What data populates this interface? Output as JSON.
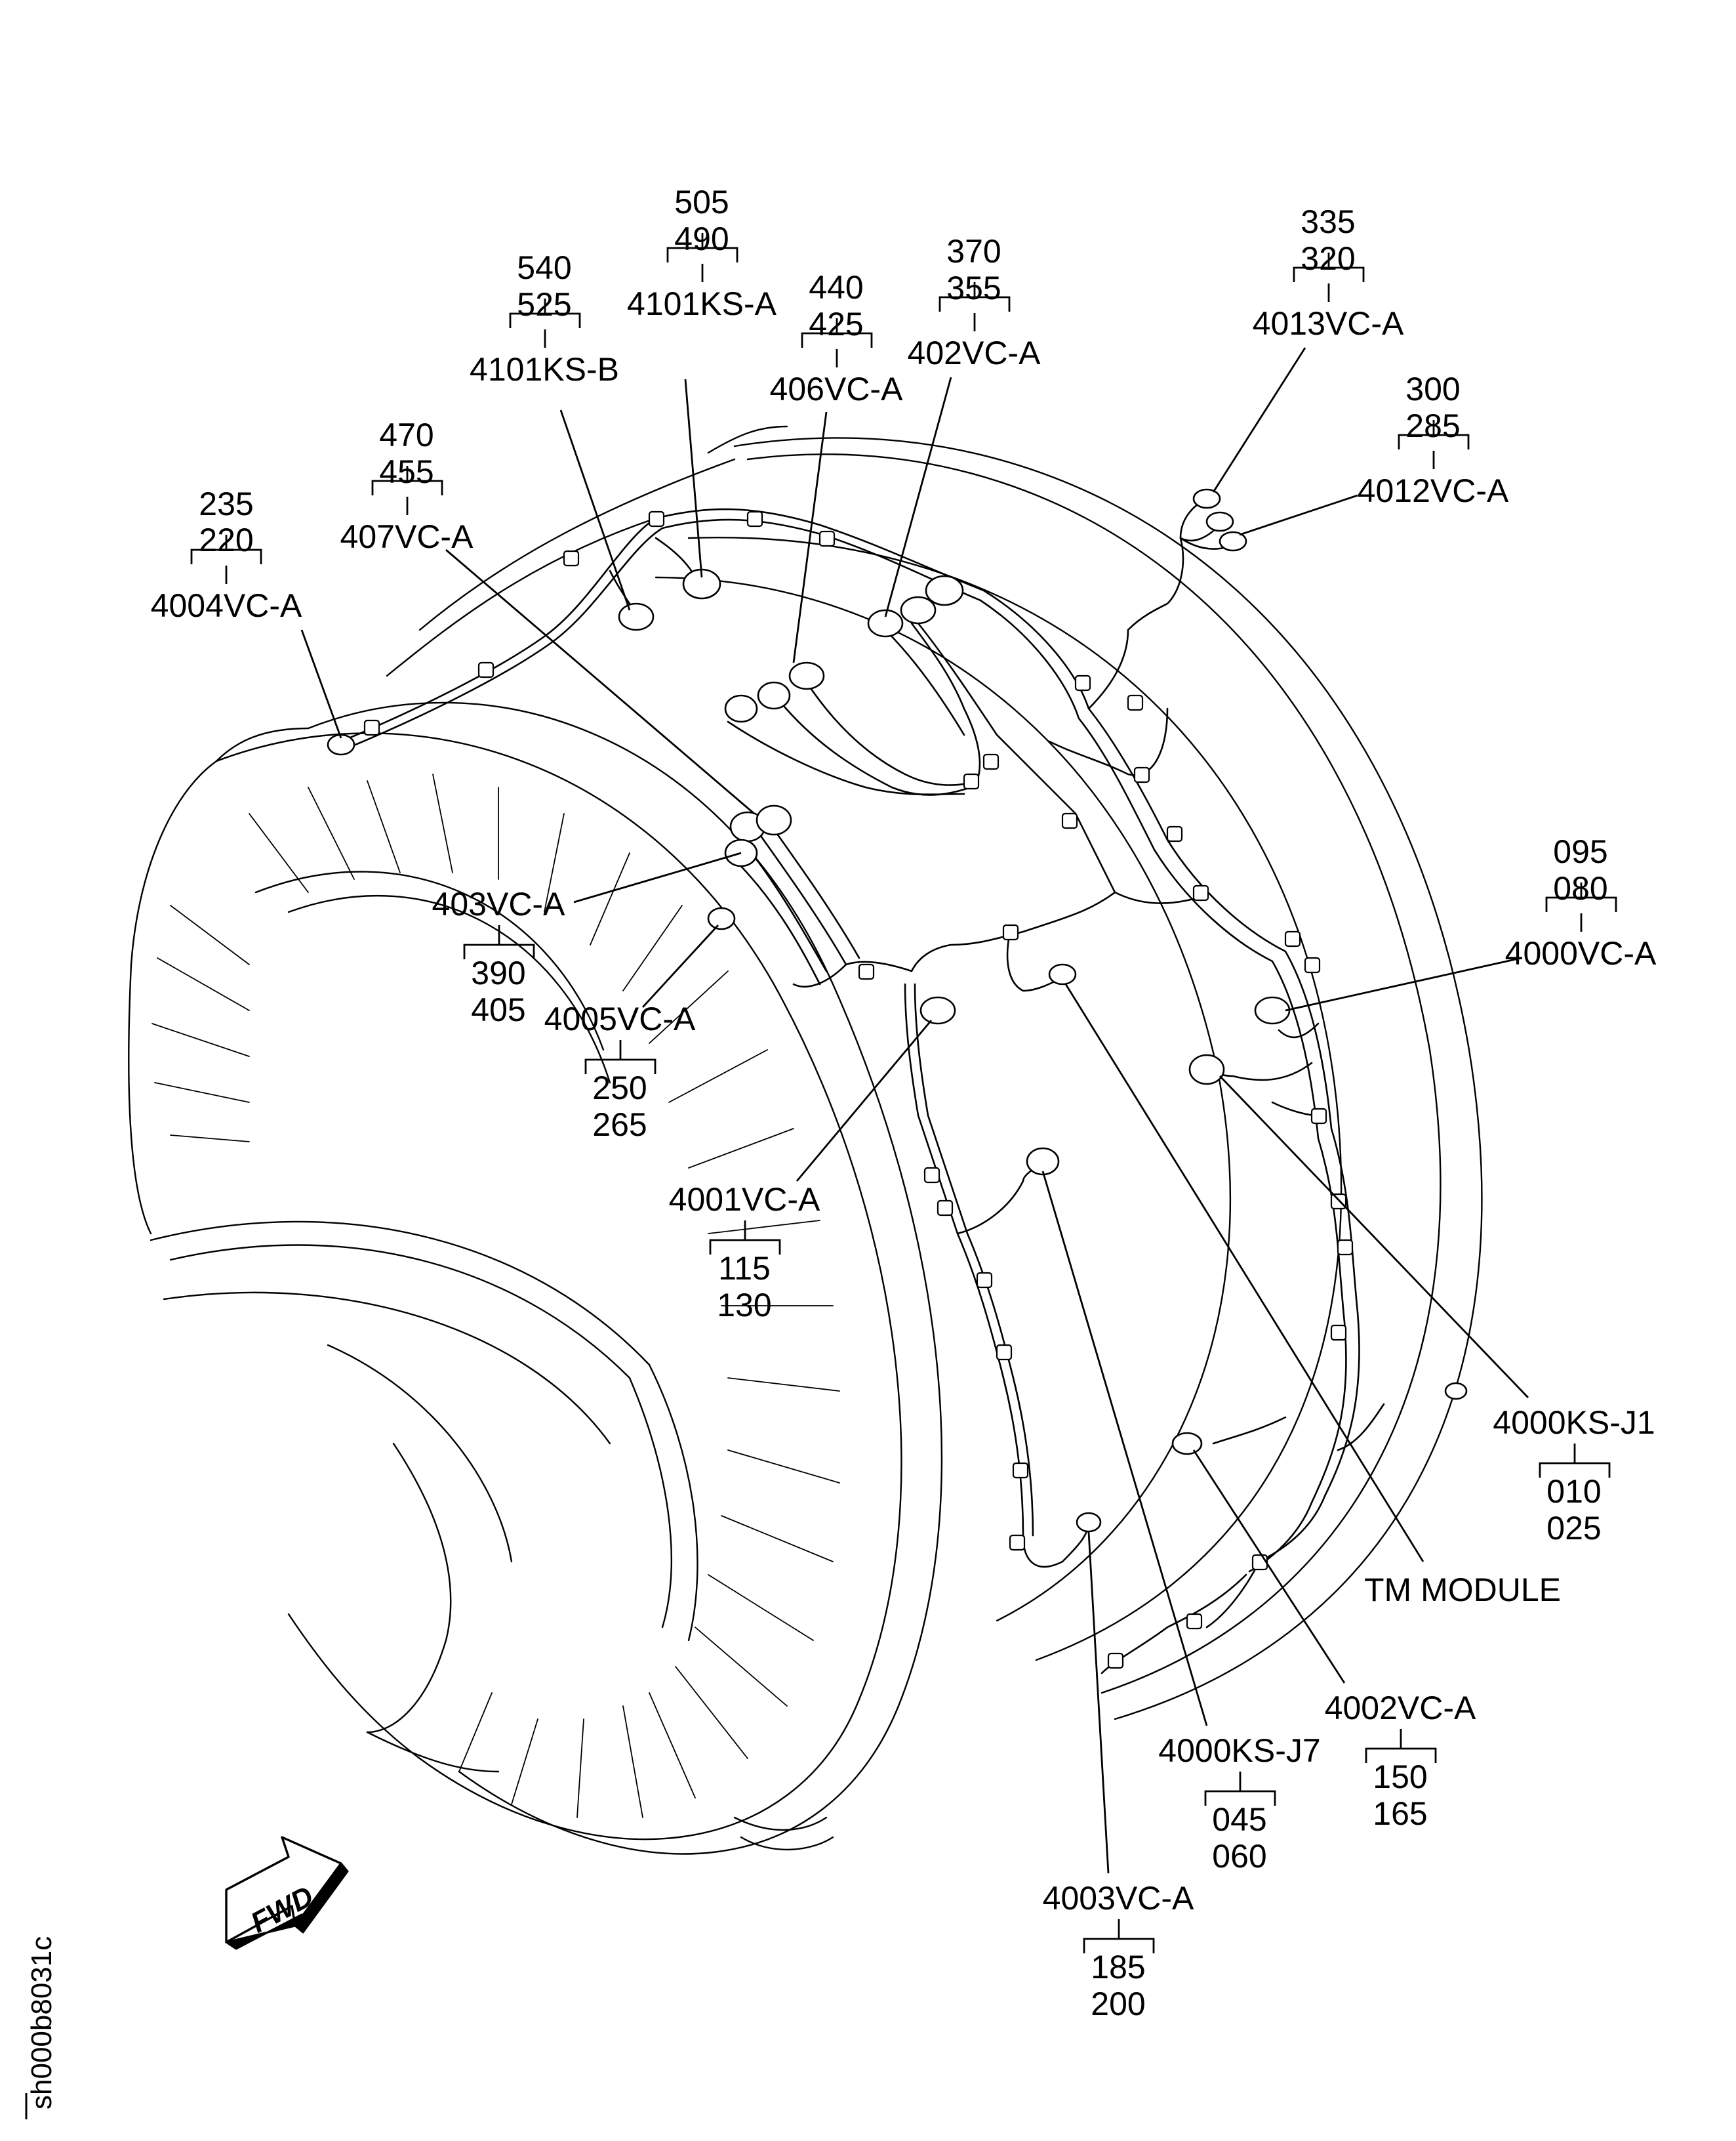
{
  "figure_id": "sh000b8031c",
  "fwd_label": "FWD",
  "callouts": [
    {
      "id": "4004VC-A",
      "name": "4004VC-A",
      "items": [
        "235",
        "220"
      ]
    },
    {
      "id": "4101KS-B",
      "name": "4101KS-B",
      "items": [
        "540",
        "525"
      ]
    },
    {
      "id": "4101KS-A",
      "name": "4101KS-A",
      "items": [
        "505",
        "490"
      ]
    },
    {
      "id": "406VC-A",
      "name": "406VC-A",
      "items": [
        "440",
        "425"
      ]
    },
    {
      "id": "402VC-A",
      "name": "402VC-A",
      "items": [
        "370",
        "355"
      ]
    },
    {
      "id": "4013VC-A",
      "name": "4013VC-A",
      "items": [
        "335",
        "320"
      ]
    },
    {
      "id": "4012VC-A",
      "name": "4012VC-A",
      "items": [
        "300",
        "285"
      ]
    },
    {
      "id": "407VC-A",
      "name": "407VC-A",
      "items": [
        "470",
        "455"
      ]
    },
    {
      "id": "403VC-A",
      "name": "403VC-A",
      "items": [
        "390",
        "405"
      ]
    },
    {
      "id": "4005VC-A",
      "name": "4005VC-A",
      "items": [
        "250",
        "265"
      ]
    },
    {
      "id": "4001VC-A",
      "name": "4001VC-A",
      "items": [
        "115",
        "130"
      ]
    },
    {
      "id": "4000VC-A",
      "name": "4000VC-A",
      "items": [
        "095",
        "080"
      ]
    },
    {
      "id": "4000KS-J1",
      "name": "4000KS-J1",
      "items": [
        "010",
        "025"
      ]
    },
    {
      "id": "TM MODULE",
      "name": "TM MODULE",
      "items": []
    },
    {
      "id": "4002VC-A",
      "name": "4002VC-A",
      "items": [
        "150",
        "165"
      ]
    },
    {
      "id": "4000KS-J7",
      "name": "4000KS-J7",
      "items": [
        "045",
        "060"
      ]
    },
    {
      "id": "4003VC-A",
      "name": "4003VC-A",
      "items": [
        "185",
        "200"
      ]
    }
  ]
}
